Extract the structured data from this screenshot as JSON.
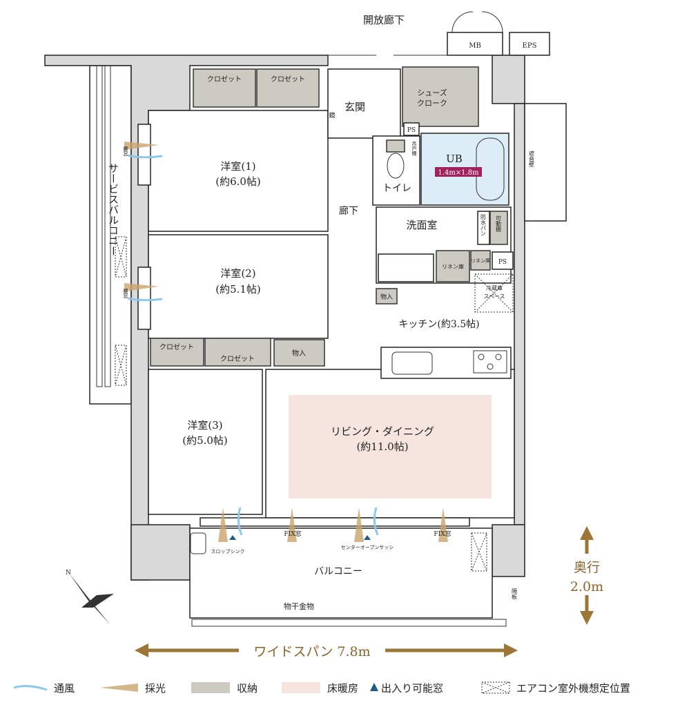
{
  "labels": {
    "open_corridor": "開放廊下",
    "mb": "MB",
    "eps": "EPS",
    "entrance": "玄関",
    "mirror": "鏡",
    "shoes_closet": [
      "シューズ",
      "クローク"
    ],
    "ps": "PS",
    "hanging_cabinet": "吊戸棚",
    "ub": "UB",
    "ub_size": "1.4m×1.8m",
    "soundproof_wall": "遮音壁",
    "toilet": "トイレ",
    "hallway": "廊下",
    "washroom": "洗面室",
    "waterproof_pan": "防水パン",
    "movable_shelf": "可動棚",
    "linen_storage": "リネン庫",
    "linen_storage_small": "リネン庫",
    "ps2": "PS",
    "fridge_space": [
      "冷蔵庫",
      "スペース"
    ],
    "storage_small": "物入",
    "kitchen": "キッチン(約3.5帖)",
    "closet_1": "クロゼット",
    "closet_2": "クロゼット",
    "closet_3": "クロゼット",
    "closet_4": "クロゼット",
    "storage_mid": "物入",
    "room1": [
      "洋室(1)",
      "(約6.0帖)"
    ],
    "room2": [
      "洋室(2)",
      "(約5.1帖)"
    ],
    "room3": [
      "洋室(3)",
      "(約5.0帖)"
    ],
    "ld": [
      "リビング・ダイニング",
      "(約11.0帖)"
    ],
    "waist_window_1": "腰窓",
    "waist_window_2": "腰窓",
    "service_balcony": "サービスバルコニー",
    "fix_window_1": "FIX窓",
    "fix_window_2": "FIX窓",
    "center_sash": "センターオープンサッシ",
    "slop_sink": "スロップシンク",
    "balcony": "バルコニー",
    "drying_hardware": "物干金物",
    "partition": "隔板",
    "north": "N"
  },
  "dimensions": {
    "width_label": "ワイドスパン 7.8m",
    "depth_label_1": "奥行",
    "depth_label_2": "2.0m"
  },
  "legend": [
    {
      "label": "通風",
      "color": "#8cc8ec"
    },
    {
      "label": "採光",
      "color": "#c9a46a"
    },
    {
      "label": "収納",
      "color": "#cdcbc1"
    },
    {
      "label": "床暖房",
      "color": "#f6e4de"
    },
    {
      "label": "出入り可能窓",
      "color": "#1f5a8c"
    },
    {
      "label": "エアコン室外機想定位置",
      "color": "#333333"
    }
  ]
}
